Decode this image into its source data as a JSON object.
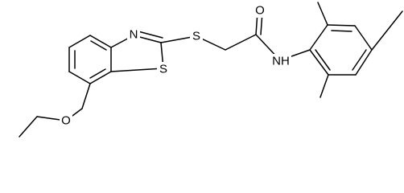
{
  "structure": {
    "atoms": {
      "n_thiazole": "N",
      "s_thiazole": "S",
      "s_thioether": "S",
      "o_carbonyl": "O",
      "nh_amide": "NH",
      "o_ether": "O"
    }
  }
}
